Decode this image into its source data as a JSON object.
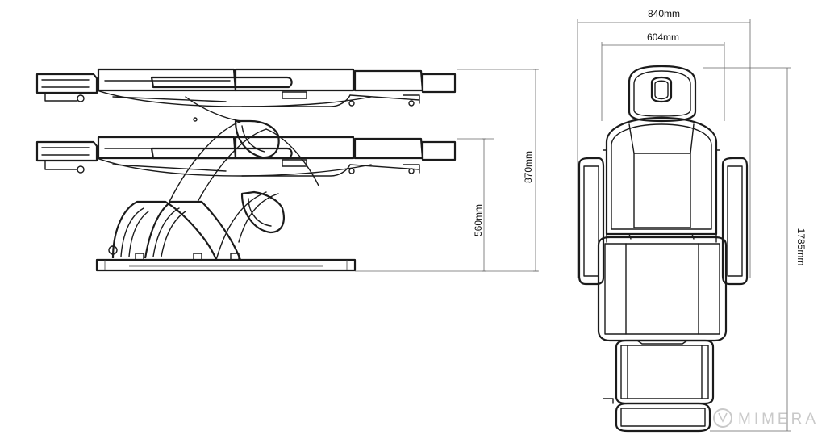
{
  "dimensions": {
    "overall_width": "840mm",
    "seat_width": "604mm",
    "max_height": "870mm",
    "min_height": "560mm",
    "length": "1785mm"
  },
  "watermark": {
    "brand": "MIMERA"
  },
  "colors": {
    "line": "#1b1b1b",
    "background": "#ffffff",
    "watermark": "#c9c9c9"
  }
}
